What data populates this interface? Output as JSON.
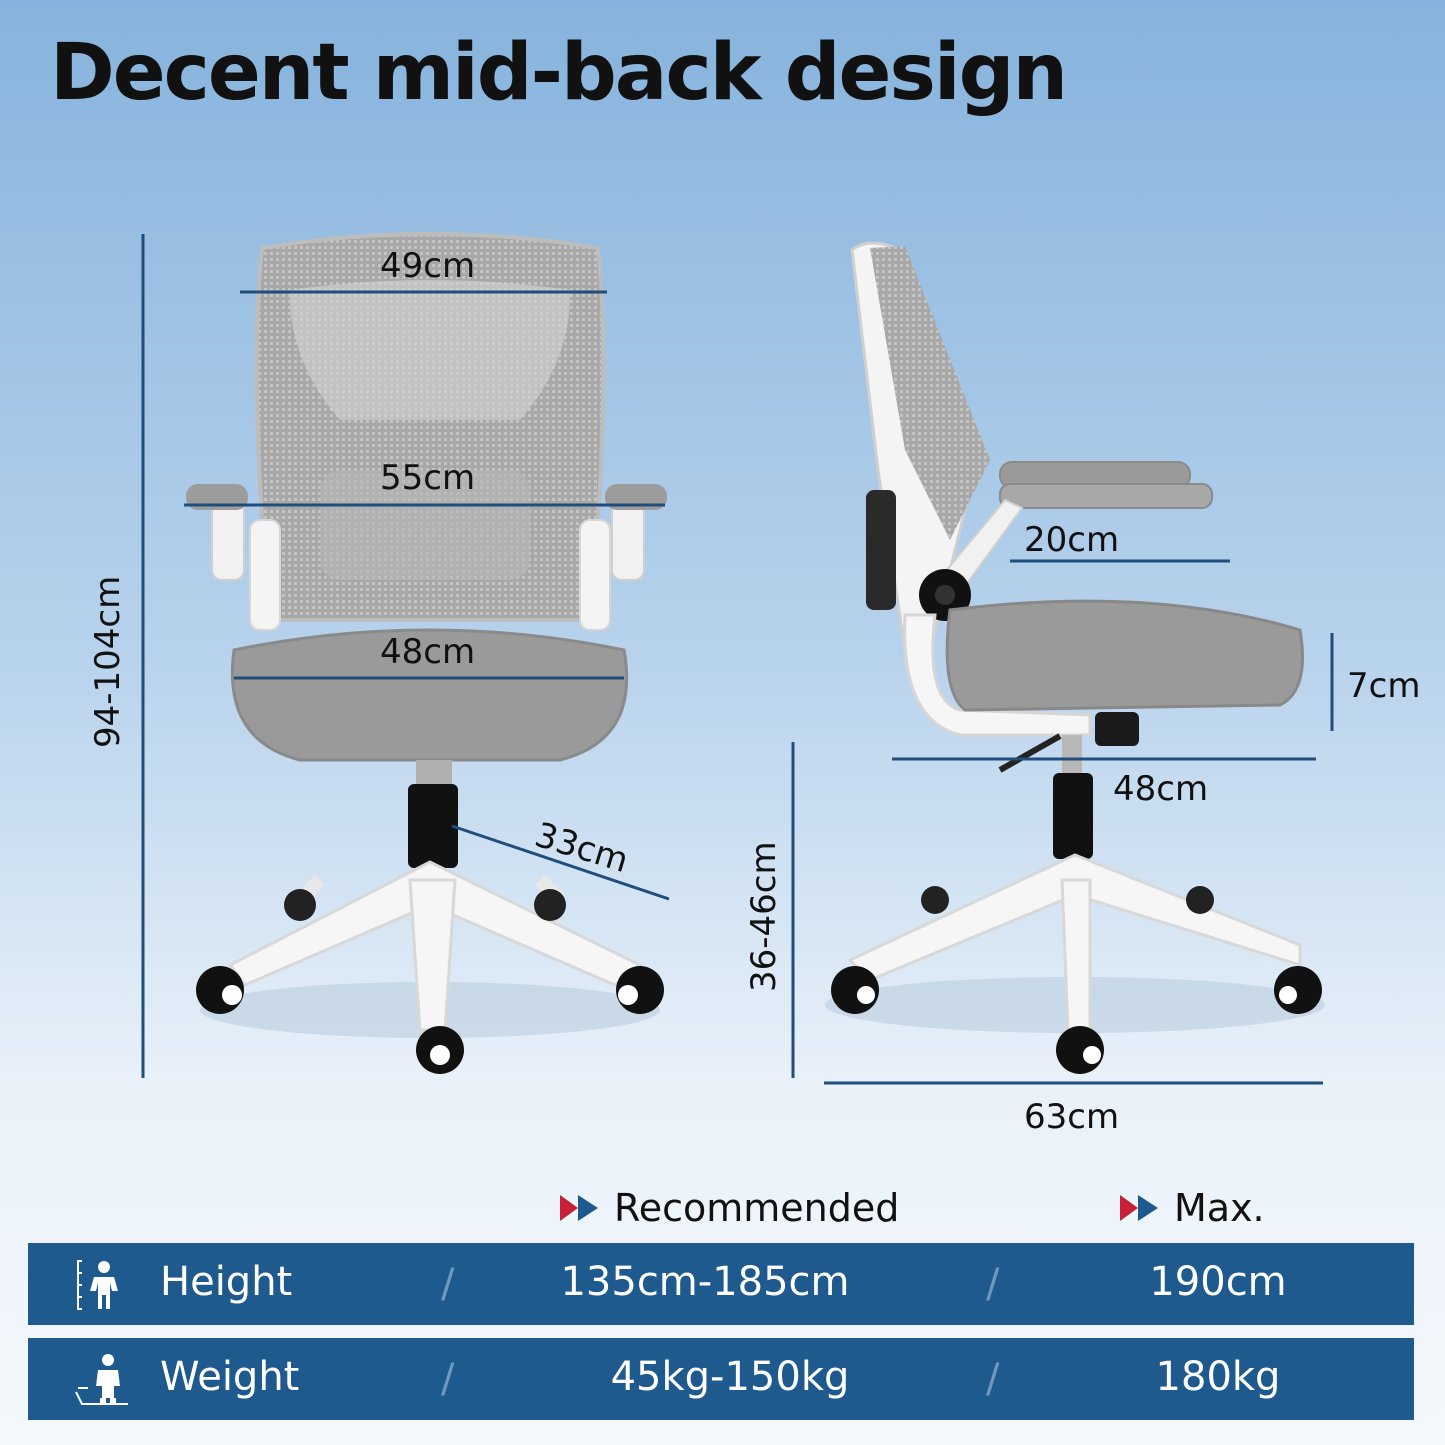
{
  "title": "Decent mid-back design",
  "front": {
    "back_width": "49cm",
    "arm_width": "55cm",
    "seat_width": "48cm",
    "base_radius": "33cm",
    "total_height": "94-104cm"
  },
  "side": {
    "armrest_depth": "20cm",
    "seat_thickness": "7cm",
    "seat_depth": "48cm",
    "seat_height": "36-46cm",
    "base_depth": "63cm"
  },
  "table": {
    "col_recommended": "Recommended",
    "col_max": "Max.",
    "rows": [
      {
        "label": "Height",
        "icon": "height-person-icon",
        "recommended": "135cm-185cm",
        "max": "190cm"
      },
      {
        "label": "Weight",
        "icon": "weight-scale-icon",
        "recommended": "45kg-150kg",
        "max": "180kg"
      }
    ]
  },
  "colors": {
    "accent": "#1e5a8e",
    "dimension_line": "#1f4e7d",
    "arrow_red": "#c8203a",
    "arrow_blue": "#1e5a8e"
  }
}
